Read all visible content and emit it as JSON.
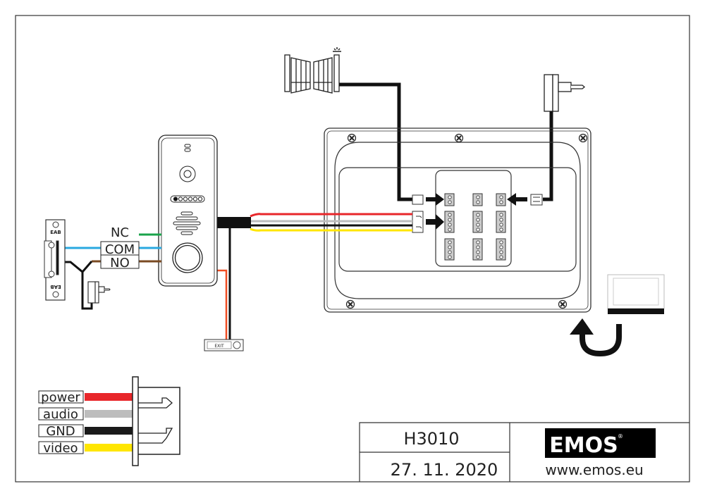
{
  "lock": {
    "label_top": "EAB",
    "label_bottom": "EAB"
  },
  "relay": {
    "nc": "NC",
    "com": "COM",
    "no": "NO"
  },
  "exit_button": {
    "label": "EXIT"
  },
  "legend": {
    "items": [
      {
        "label": "power",
        "color": "#e8262a"
      },
      {
        "label": "audio",
        "color": "#bdbdbd"
      },
      {
        "label": "GND",
        "color": "#1a1a1a"
      },
      {
        "label": "video",
        "color": "#ffe600"
      }
    ]
  },
  "title_block": {
    "model": "H3010",
    "date": "27. 11. 2020",
    "brand": "EMOS",
    "website": "www.emos.eu"
  },
  "colors": {
    "nc_wire": "#1aa34a",
    "com_wire": "#29a8e0",
    "no_wire": "#7a4a22",
    "exit_wire": "#f04e23"
  }
}
